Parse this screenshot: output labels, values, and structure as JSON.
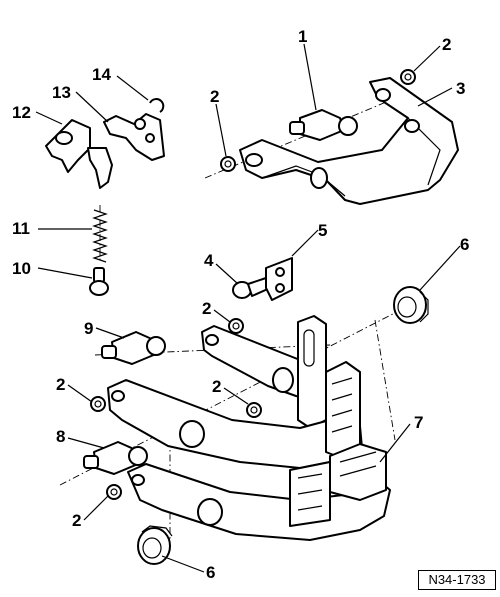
{
  "figure": {
    "reference_code": "N34-1733",
    "callouts": [
      {
        "id": "c1a",
        "label": "1"
      },
      {
        "id": "c2a",
        "label": "2"
      },
      {
        "id": "c2b",
        "label": "2"
      },
      {
        "id": "c3",
        "label": "3"
      },
      {
        "id": "c14",
        "label": "14"
      },
      {
        "id": "c13",
        "label": "13"
      },
      {
        "id": "c12",
        "label": "12"
      },
      {
        "id": "c11",
        "label": "11"
      },
      {
        "id": "c10",
        "label": "10"
      },
      {
        "id": "c4",
        "label": "4"
      },
      {
        "id": "c5",
        "label": "5"
      },
      {
        "id": "c6a",
        "label": "6"
      },
      {
        "id": "c2c",
        "label": "2"
      },
      {
        "id": "c9",
        "label": "9"
      },
      {
        "id": "c2d",
        "label": "2"
      },
      {
        "id": "c2e",
        "label": "2"
      },
      {
        "id": "c7",
        "label": "7"
      },
      {
        "id": "c8",
        "label": "8"
      },
      {
        "id": "c2f",
        "label": "2"
      },
      {
        "id": "c6b",
        "label": "6"
      }
    ]
  }
}
